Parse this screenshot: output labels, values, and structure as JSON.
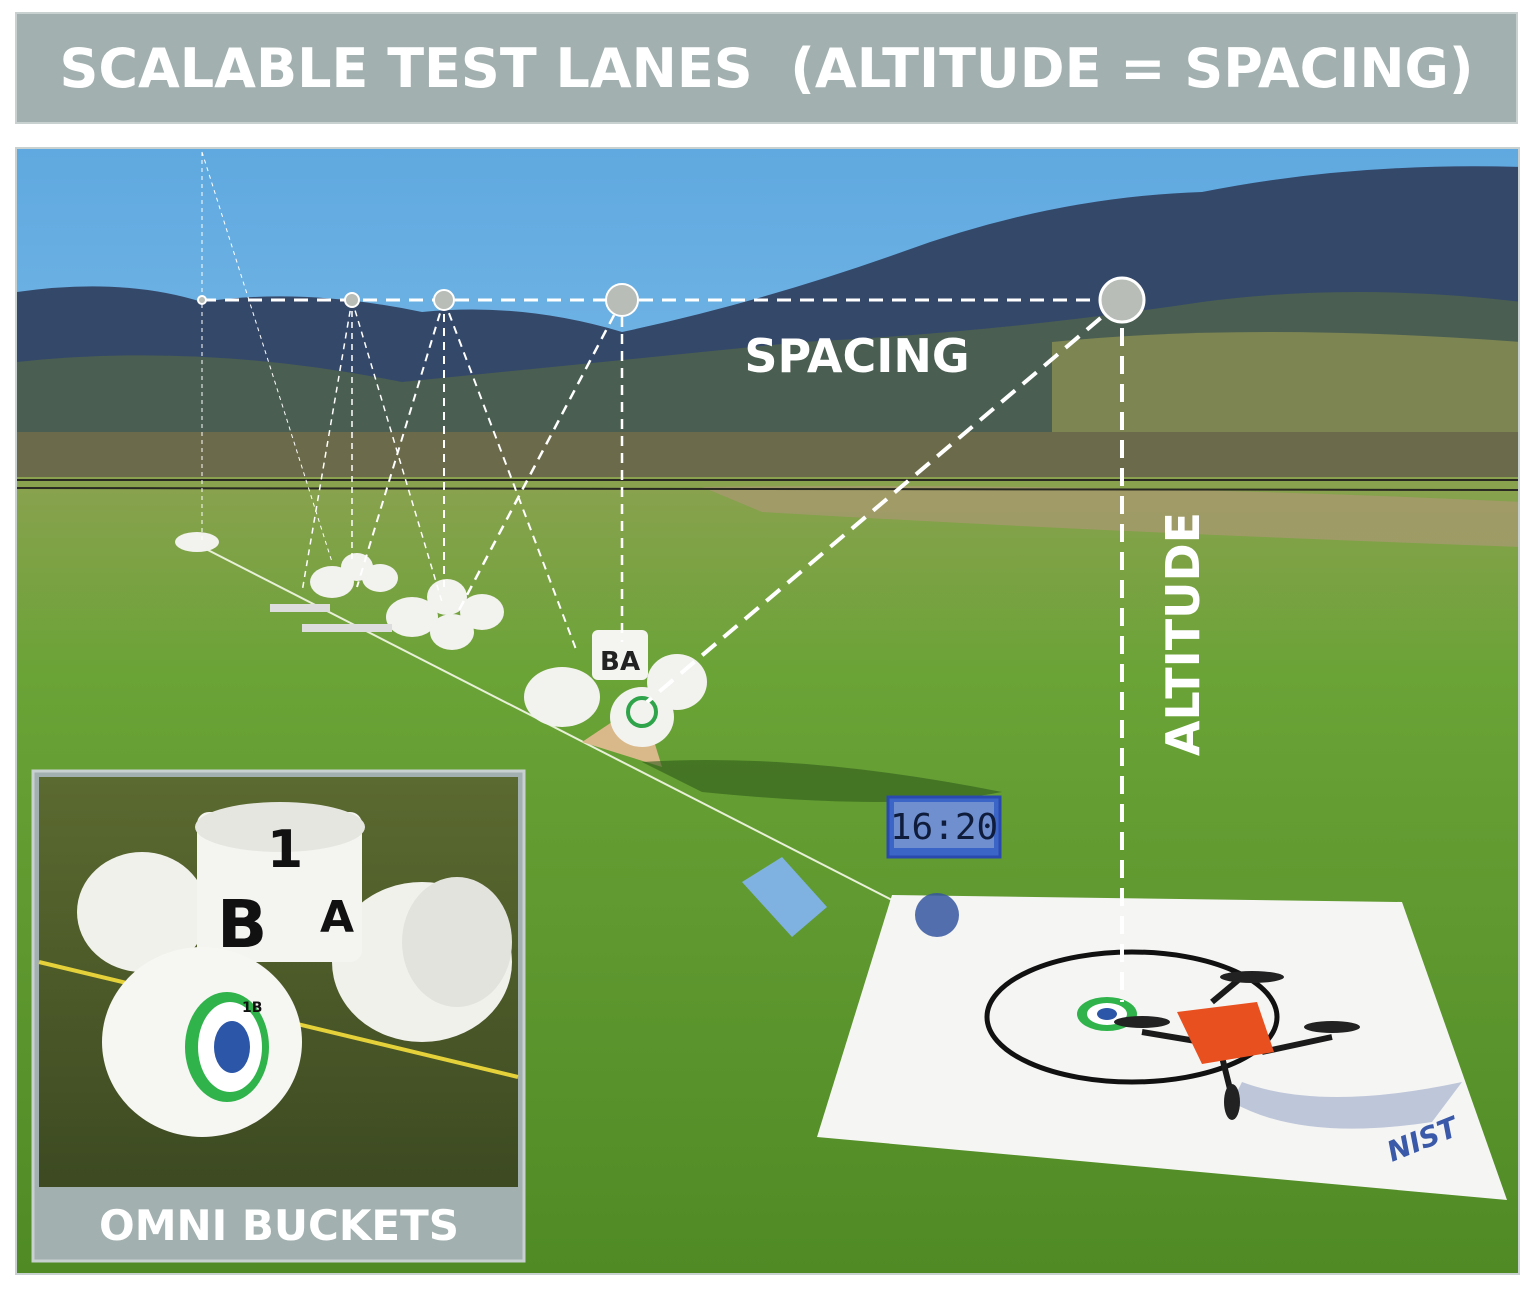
{
  "title": "SCALABLE TEST LANES  (ALTITUDE = SPACING)",
  "annotations": {
    "spacing": "SPACING",
    "altitude": "ALTITUDE"
  },
  "scene": {
    "clock_display": "16:20",
    "bucket_labels": [
      "B",
      "A"
    ],
    "mat_logo": "NIST"
  },
  "inset": {
    "label": "OMNI BUCKETS",
    "bucket_labels": [
      "1",
      "B",
      "A",
      "1B"
    ]
  },
  "colors": {
    "header_bg": "#a2b0af",
    "sky": "#8fc6ea",
    "grass": "#5d9a2f",
    "drone": "#e8501f"
  }
}
